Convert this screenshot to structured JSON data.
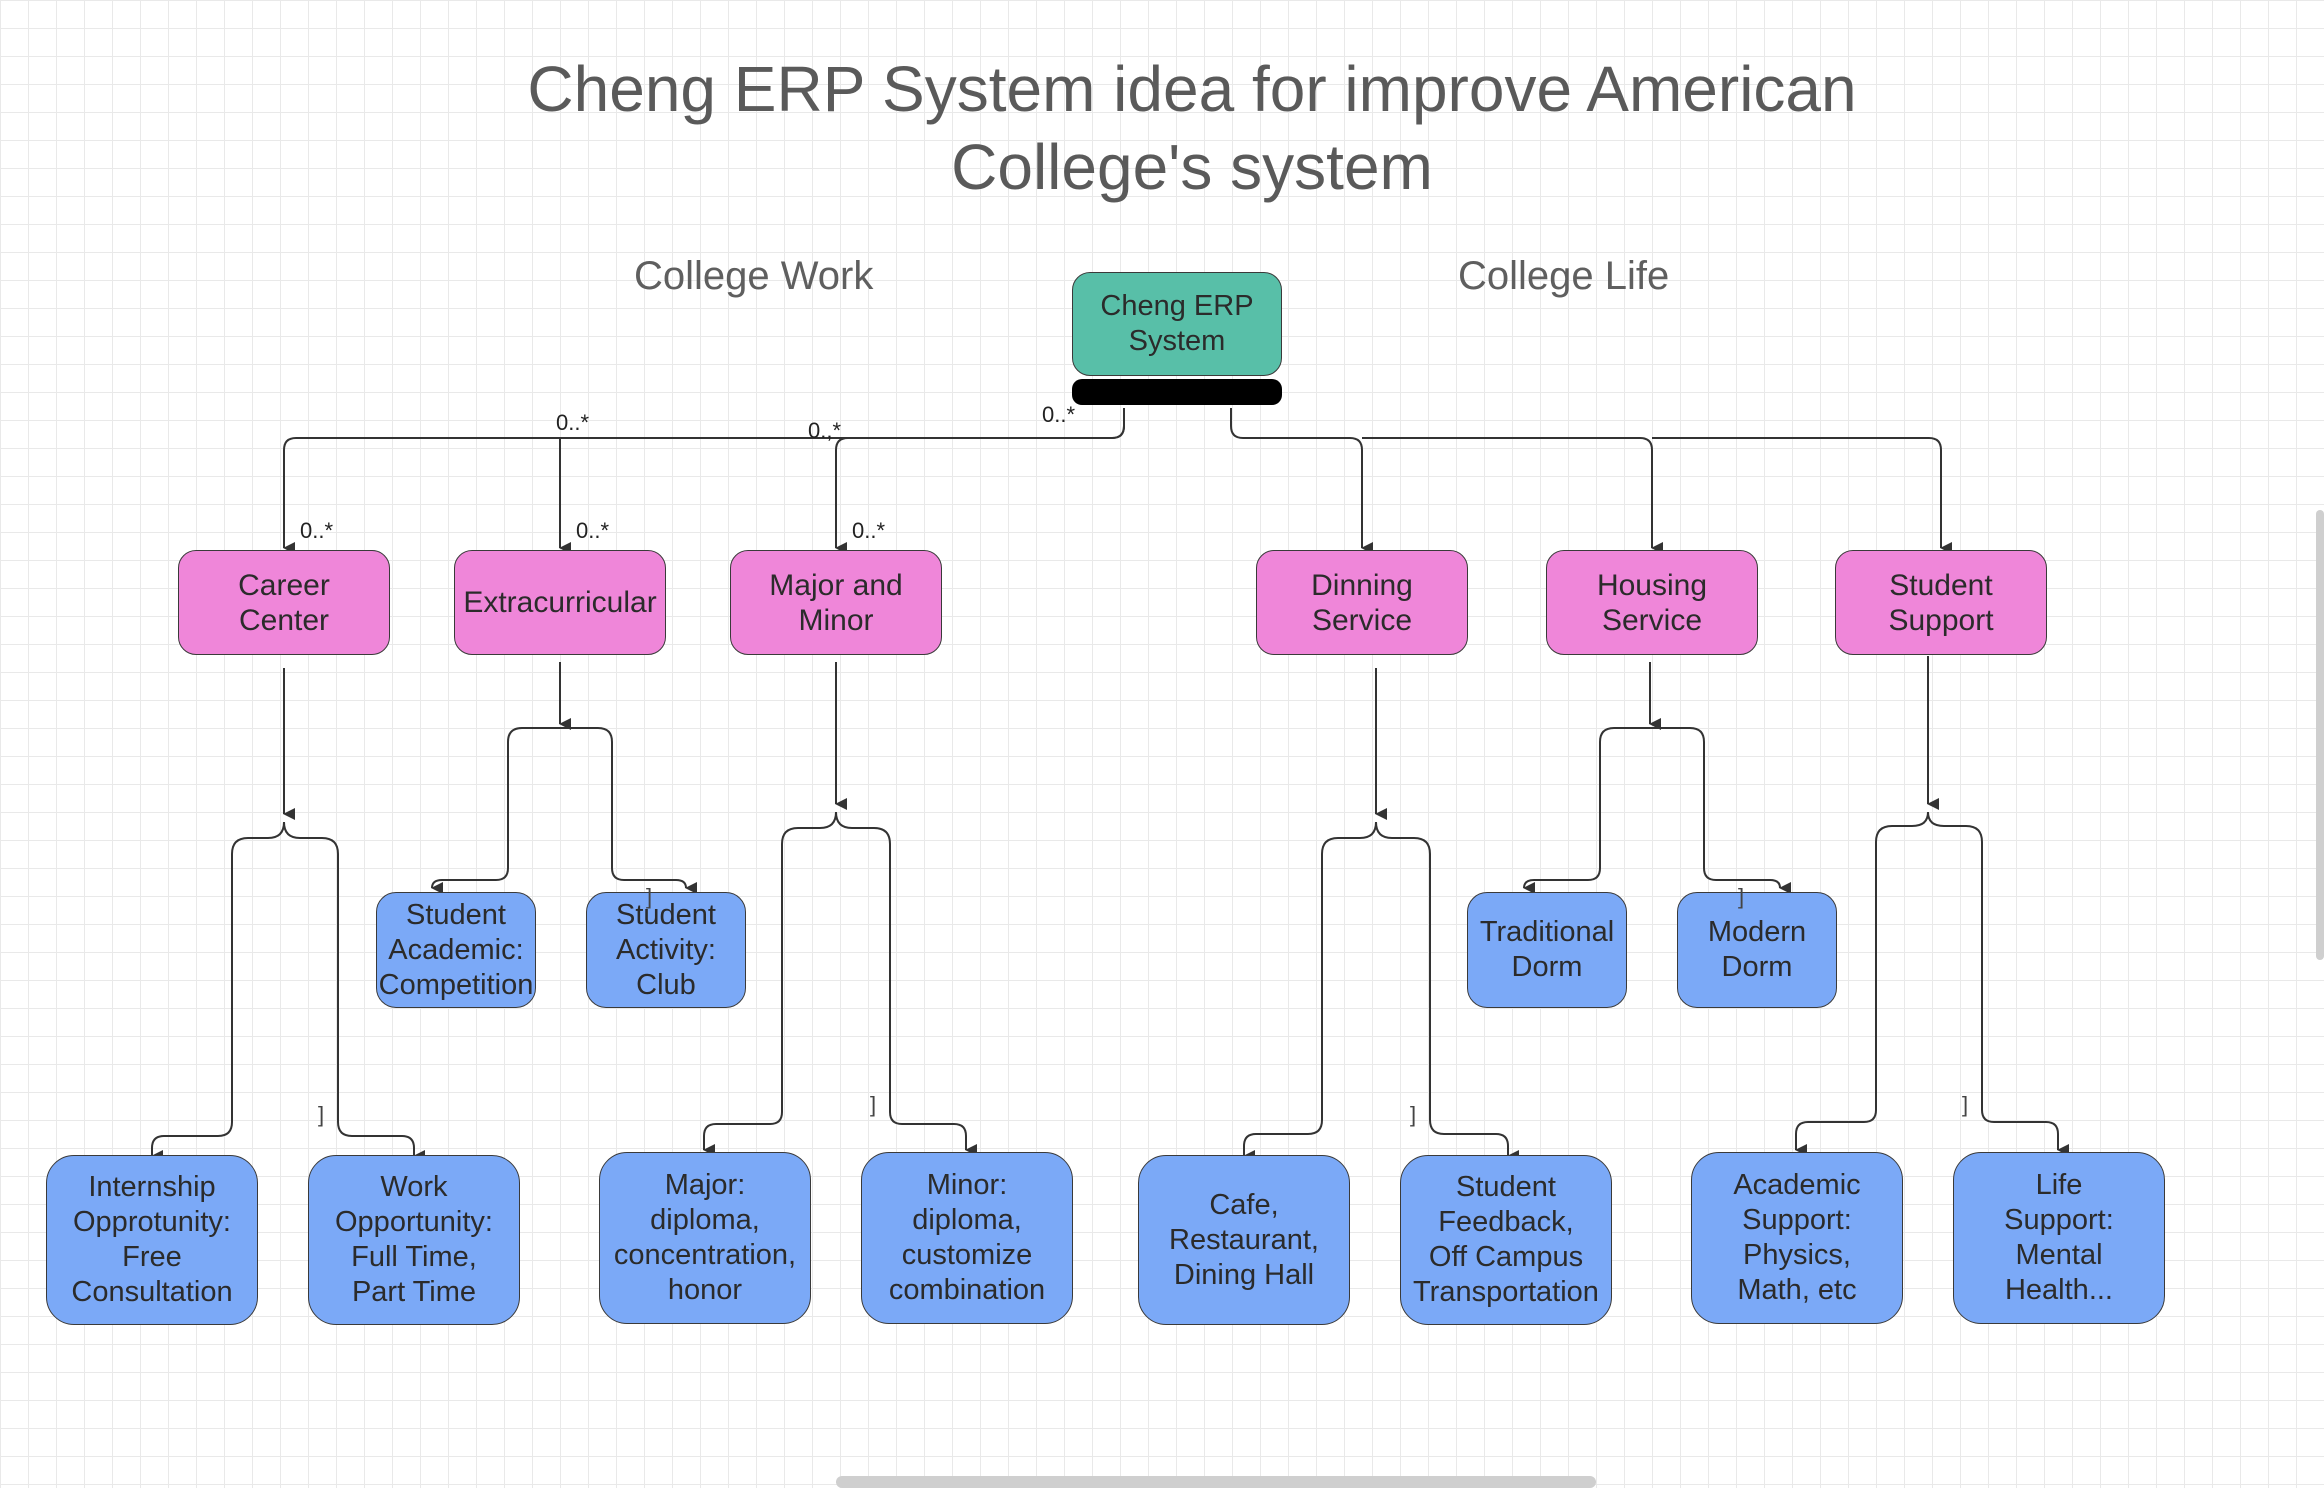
{
  "title": "Cheng ERP System idea for improve American\nCollege's system",
  "sections": {
    "left": "College Work",
    "right": "College Life"
  },
  "root": {
    "label": "Cheng ERP\nSystem",
    "color": "#58bfa8"
  },
  "categories": [
    {
      "id": "career",
      "label": "Career\nCenter"
    },
    {
      "id": "extracurricular",
      "label": "Extracurricular"
    },
    {
      "id": "major",
      "label": "Major and\nMinor"
    },
    {
      "id": "dining",
      "label": "Dinning\nService"
    },
    {
      "id": "housing",
      "label": "Housing\nService"
    },
    {
      "id": "support",
      "label": "Student\nSupport"
    }
  ],
  "leaves": [
    {
      "parent": "career",
      "label": "Internship\nOpprotunity:\nFree\nConsultation"
    },
    {
      "parent": "career",
      "label": "Work\nOpportunity:\nFull Time,\nPart Time"
    },
    {
      "parent": "extracurricular",
      "label": "Student\nAcademic:\nCompetition"
    },
    {
      "parent": "extracurricular",
      "label": "Student\nActivity:\nClub"
    },
    {
      "parent": "major",
      "label": "Major:\ndiploma,\nconcentration,\nhonor"
    },
    {
      "parent": "major",
      "label": "Minor:\ndiploma,\ncustomize\ncombination"
    },
    {
      "parent": "dining",
      "label": "Cafe,\nRestaurant,\nDining Hall"
    },
    {
      "parent": "dining",
      "label": "Student\nFeedback,\nOff Campus\nTransportation"
    },
    {
      "parent": "housing",
      "label": "Traditional\nDorm"
    },
    {
      "parent": "housing",
      "label": "Modern\nDorm"
    },
    {
      "parent": "support",
      "label": "Academic\nSupport:\nPhysics,\nMath, etc"
    },
    {
      "parent": "support",
      "label": "Life\nSupport:\nMental\nHealth..."
    }
  ],
  "multiplicity": "0..*",
  "multiplicity_alt": "0.,*",
  "bracket": "]",
  "colors": {
    "root": "#58bfa8",
    "category": "#ef86d9",
    "leaf": "#7ba9f7",
    "line": "#333333",
    "title_text": "#5a5a5a"
  }
}
